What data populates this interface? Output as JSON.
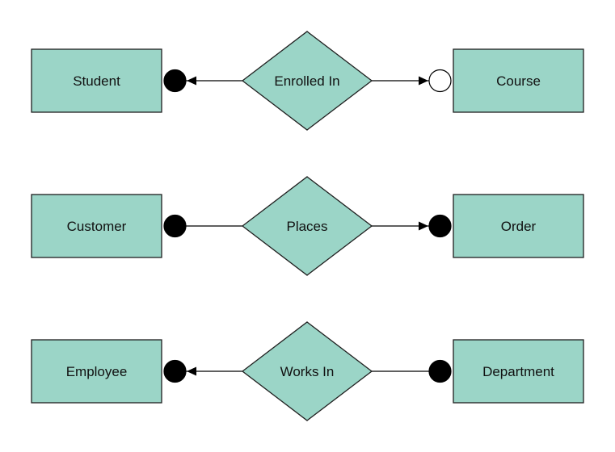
{
  "diagram": {
    "type": "entity-relationship",
    "colors": {
      "shape_fill": "#9bd5c7",
      "shape_stroke": "#1f1f1f",
      "connector": "#000000",
      "terminator_filled": "#000000",
      "terminator_open_fill": "#ffffff",
      "text": "#111111",
      "background": "#ffffff"
    },
    "rows": [
      {
        "left_label": "Student",
        "relationship_label": "Enrolled In",
        "right_label": "Course",
        "left_terminator": "filled-circle",
        "right_terminator": "open-circle",
        "arrows": "toward-both-entities"
      },
      {
        "left_label": "Customer",
        "relationship_label": "Places",
        "right_label": "Order",
        "left_terminator": "filled-circle",
        "right_terminator": "filled-circle",
        "arrows": "toward-right-entity"
      },
      {
        "left_label": "Employee",
        "relationship_label": "Works In",
        "right_label": "Department",
        "left_terminator": "filled-circle",
        "right_terminator": "filled-circle",
        "arrows": "toward-left-entity"
      }
    ]
  }
}
